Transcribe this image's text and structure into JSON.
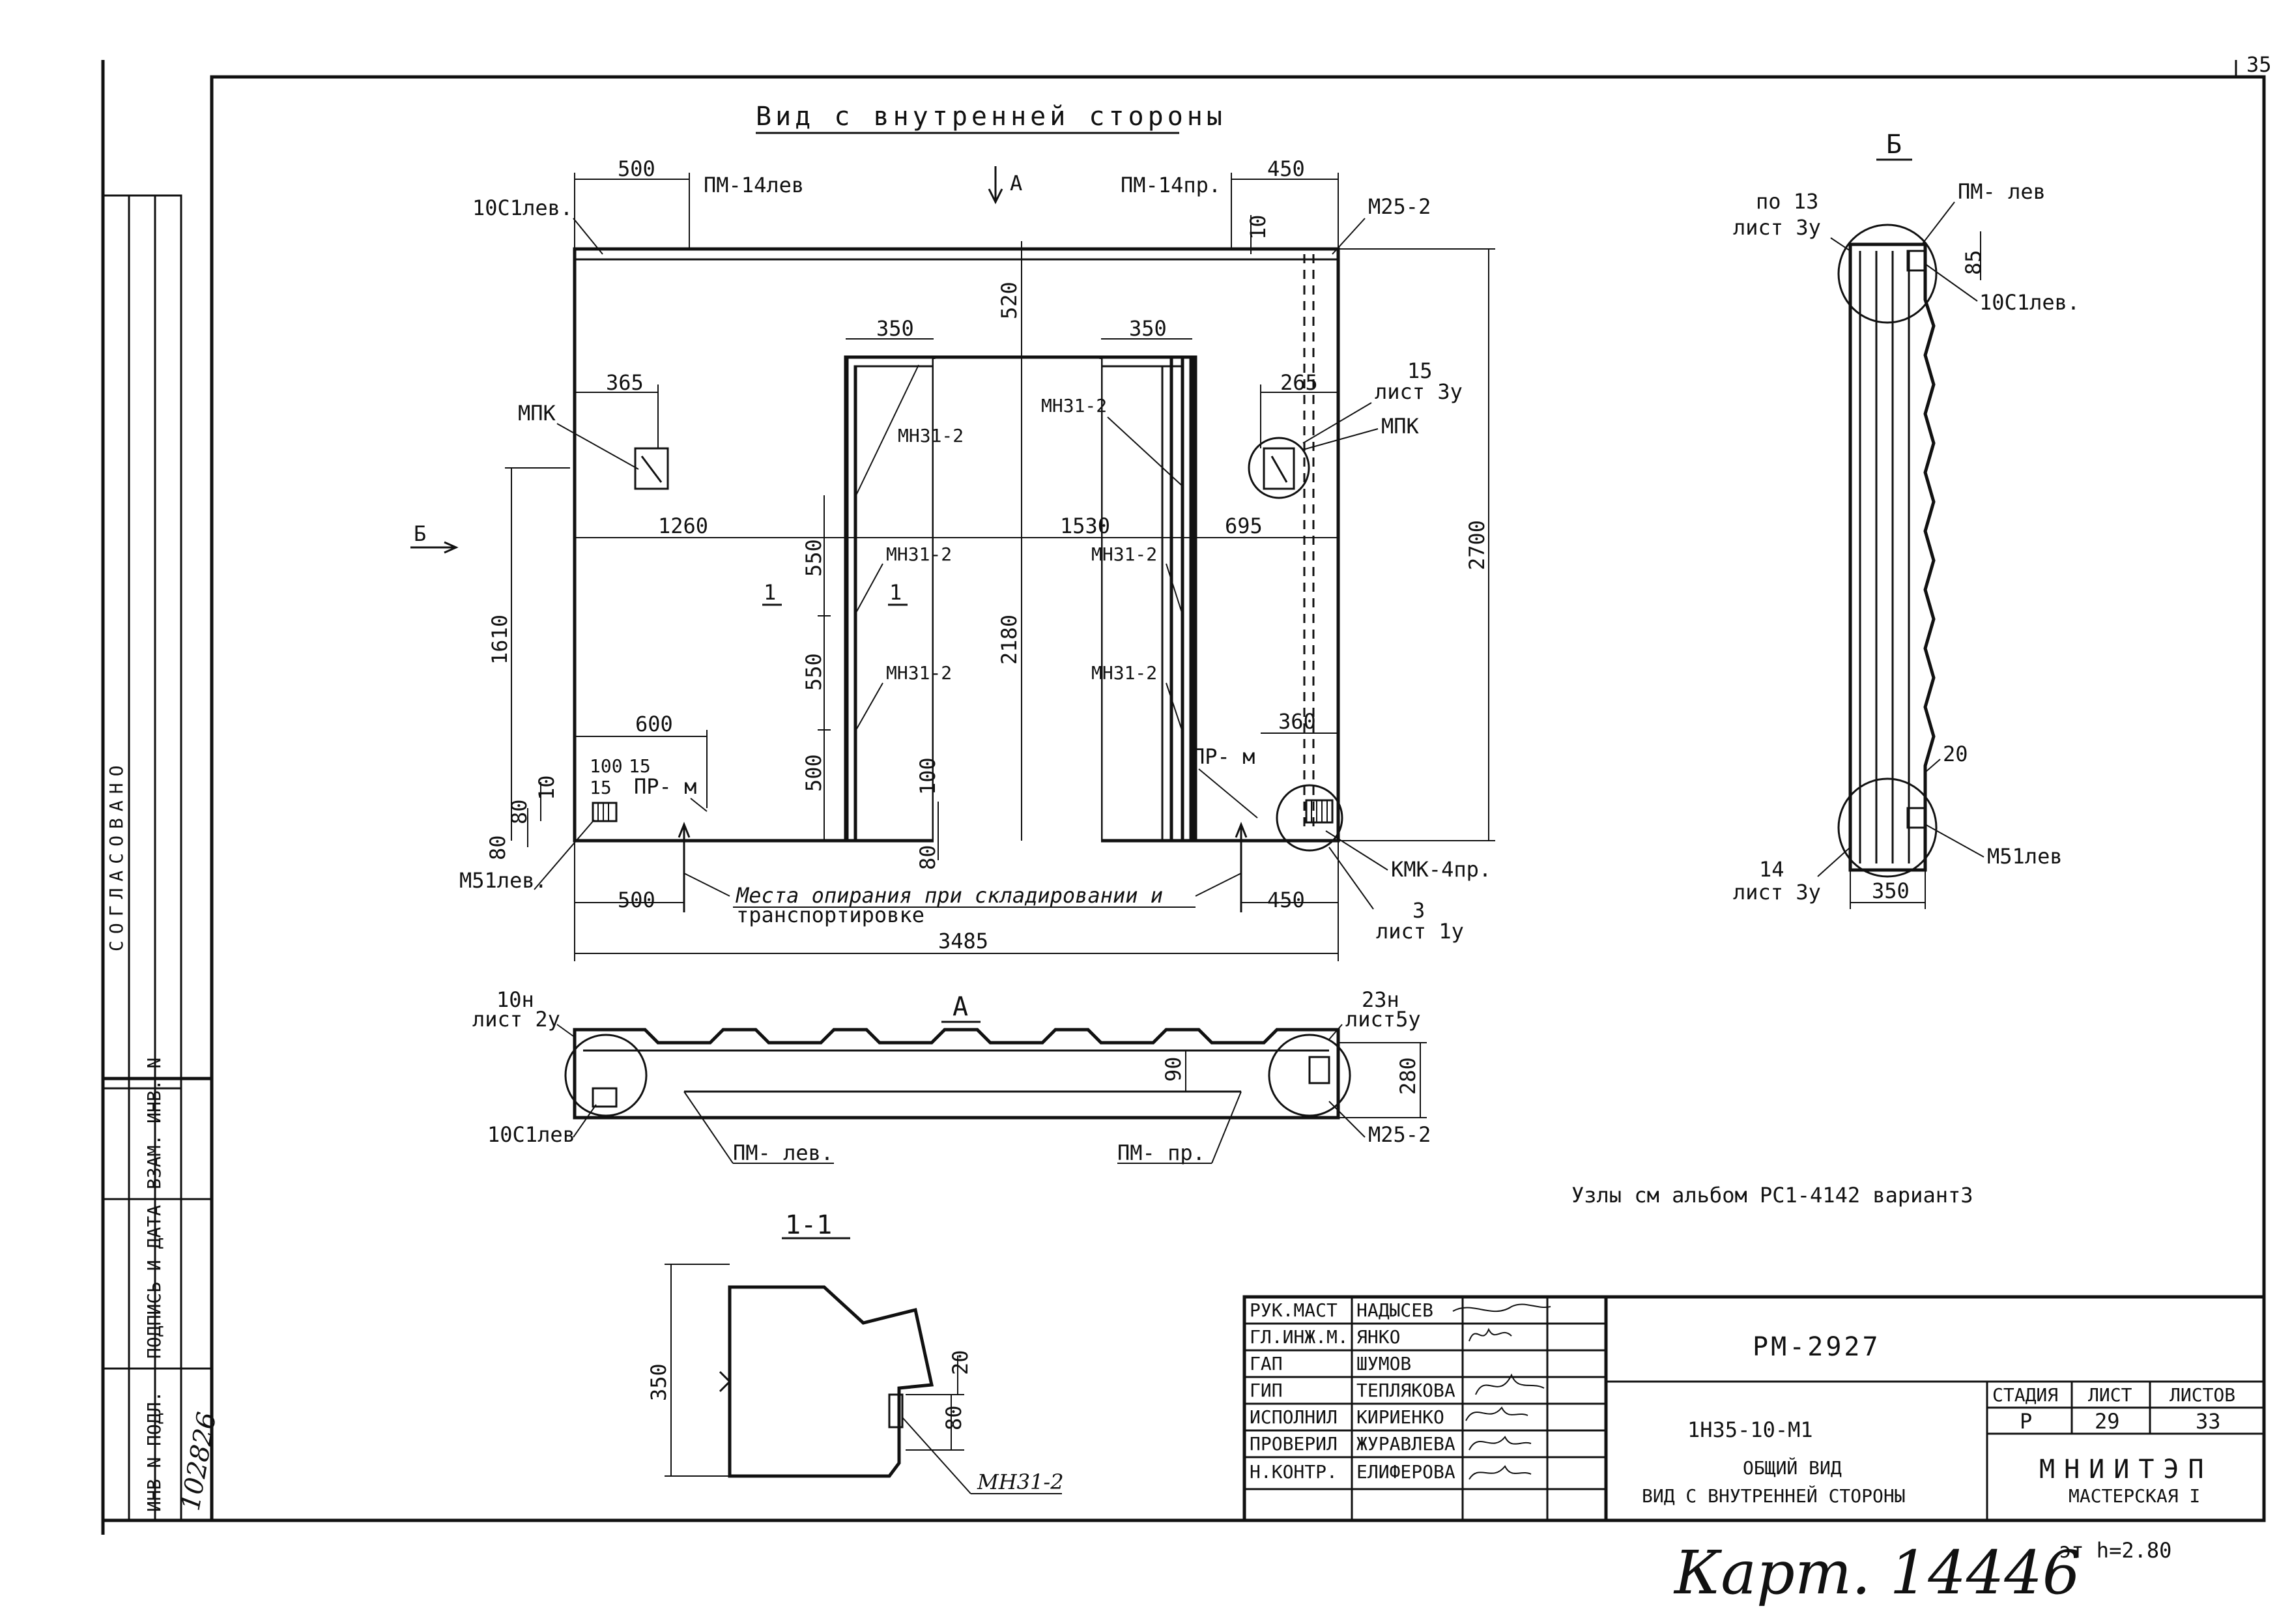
{
  "sheet_corner_number": "35",
  "view_title": "Вид с внутренней стороны",
  "section_arrows": {
    "a": "А",
    "b": "Б"
  },
  "front_view": {
    "dims": {
      "top_left": "500",
      "top_right": "450",
      "left_window_w": "350",
      "right_window_w": "350",
      "top_520": "520",
      "top_10": "10",
      "mpk_left": "365",
      "mpk_right": "265",
      "row_1260": "1260",
      "row_1530": "1530",
      "row_695": "695",
      "v_550a": "550",
      "v_550b": "550",
      "v_500": "500",
      "v_2180": "2180",
      "v_2700": "2700",
      "v_1610": "1610",
      "v_100": "100",
      "v_80a": "80",
      "v_80b": "80",
      "v_80c": "80",
      "v_10": "10",
      "bottom_600": "600",
      "bottom_360": "360",
      "small_100": "100",
      "small_15a": "15",
      "small_15b": "15",
      "bottom_500": "500",
      "bottom_450": "450",
      "overall": "3485"
    },
    "labels": {
      "pm14_left": "ПМ-14лев",
      "pm14_right": "ПМ-14пр.",
      "c10_left": "10С1лев.",
      "m25": "М25-2",
      "mpk_left": "МПК",
      "mpk_right": "МПК",
      "node15_num": "15",
      "node15_sheet": "лист 3у",
      "mn31_a": "МН31-2",
      "mn31_b": "МН31-2",
      "mn31_c": "МН31-2",
      "mn31_d": "МН31-2",
      "mn31_e": "МН31-2",
      "mn31_f": "МН31-2",
      "section_mark_a": "1",
      "section_mark_b": "1",
      "pr_left": "ПР- м",
      "pr_right": "ПР- м",
      "m51_left": "М51лев.",
      "kmk": "КМК-4пр.",
      "node3_num": "3",
      "node3_sheet": "лист 1у",
      "support_note_1": "Места опирания при складировании и",
      "support_note_2": "транспортировке"
    }
  },
  "side_view": {
    "title": "Б",
    "labels": {
      "top_ref_1": "по 13",
      "top_ref_2": "лист 3у",
      "pm_left": "ПМ- лев",
      "dim_85": "85",
      "c10": "10С1лев.",
      "dim_20": "20",
      "bot_ref_1": "14",
      "bot_ref_2": "лист 3у",
      "m51": "М51лев",
      "dim_350": "350"
    }
  },
  "plan_view": {
    "title": "А",
    "labels": {
      "left_ref_1": "10н",
      "left_ref_2": "лист 2у",
      "right_ref_1": "23н",
      "right_ref_2": "лист5у",
      "dim_280": "280",
      "dim_90": "90",
      "c10": "10С1лев",
      "pm_left": "ПМ- лев.",
      "pm_right": "ПМ- пр.",
      "m25": "М25-2"
    }
  },
  "section_view": {
    "title": "1-1",
    "labels": {
      "dim_350": "350",
      "dim_20": "20",
      "dim_80": "80",
      "mn31": "МН31-2"
    }
  },
  "nodes_note": "Узлы см альбом РС1-4142 вариант3",
  "left_strip": {
    "agreed": "СОГЛАСОВАНО",
    "col_inv_zam": "ВЗАМ. ИНВ. N",
    "col_sign_date": "ПОДПИСЬ И ДАТА",
    "col_inv_podl": "ИНВ N ПОДЛ.",
    "inv_handwritten": "102826"
  },
  "title_block": {
    "roles": [
      {
        "role": "РУК.МАСТ",
        "name": "НАДЫСЕВ"
      },
      {
        "role": "ГЛ.ИНЖ.М.",
        "name": "ЯНКО"
      },
      {
        "role": "ГАП",
        "name": "ШУМОВ"
      },
      {
        "role": "ГИП",
        "name": "ТЕПЛЯКОВА"
      },
      {
        "role": "ИСПОЛНИЛ",
        "name": "КИРИЕНКО"
      },
      {
        "role": "ПРОВЕРИЛ",
        "name": "ЖУРАВЛЕВА"
      },
      {
        "role": "Н.КОНТР.",
        "name": "ЕЛИФЕРОВА"
      }
    ],
    "drawing_code": "РМ-2927",
    "project": "1Н35-10-М1",
    "desc_1": "ОБЩИЙ ВИД",
    "desc_2": "ВИД С ВНУТРЕННЕЙ СТОРОНЫ",
    "stage_hdr": "СТАДИЯ",
    "sheet_hdr": "ЛИСТ",
    "sheets_hdr": "ЛИСТОВ",
    "stage": "Р",
    "sheet": "29",
    "sheets": "33",
    "org": "МНИИТЭП",
    "workshop": "МАСТЕРСКАЯ I"
  },
  "handwritten_bottom": "Карт. 14446",
  "bottom_note": "эт h=2.80"
}
